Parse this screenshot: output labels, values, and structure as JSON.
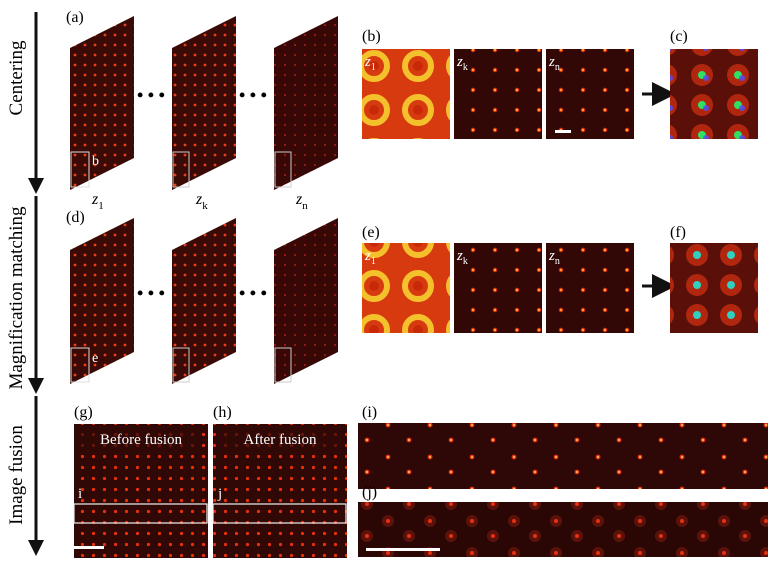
{
  "stages": [
    "Centering",
    "Magnification matching",
    "Image fusion"
  ],
  "panels": {
    "a": "(a)",
    "b": "(b)",
    "c": "(c)",
    "d": "(d)",
    "e": "(e)",
    "f": "(f)",
    "g": "(g)",
    "h": "(h)",
    "i": "(i)",
    "j": "(j)"
  },
  "stack_labels": {
    "z1": "z",
    "z1_sub": "1",
    "zk": "z",
    "zk_sub": "k",
    "zn": "z",
    "zn_sub": "n"
  },
  "inset_labels": {
    "b": "b",
    "e": "e",
    "i": "i",
    "j": "j"
  },
  "ellipsis": "• • •",
  "fusion_titles": {
    "before": "Before fusion",
    "after": "After fusion"
  },
  "colors": {
    "background_dark": "#300806",
    "spot_red": "#e8300a",
    "spot_bright": "#ffd040",
    "ring_yellow": "#f4c020",
    "field_orange": "#d83a10",
    "overlay_green": "#30e060",
    "overlay_blue": "#5050ff"
  }
}
